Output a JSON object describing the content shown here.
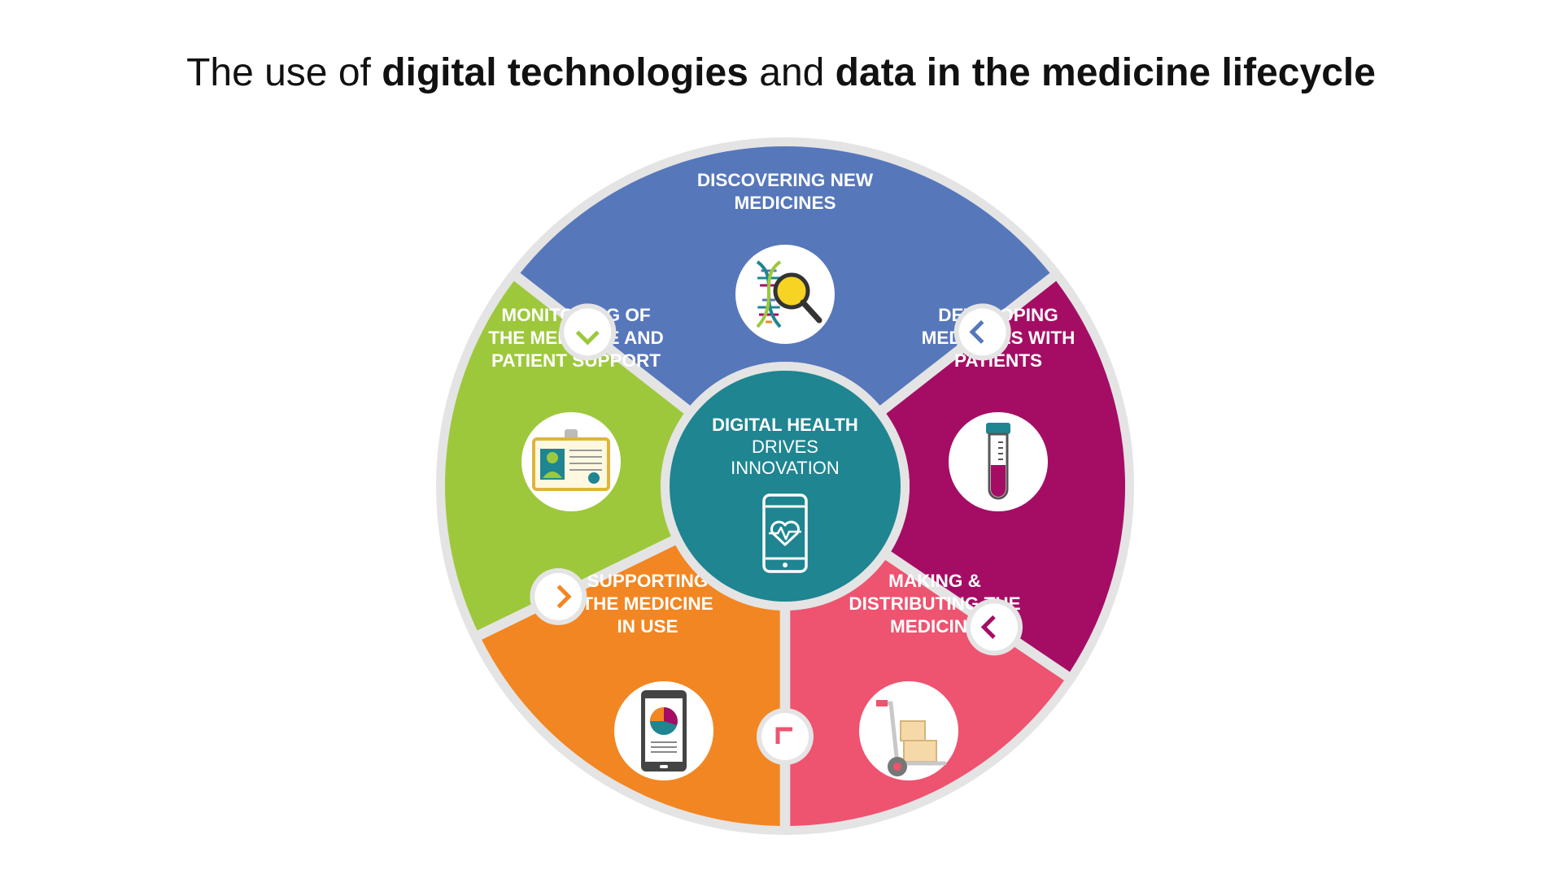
{
  "title": {
    "part1": "The use of ",
    "bold1": "digital technologies",
    "part2": " and ",
    "bold2": "data in the medicine lifecycle"
  },
  "center": {
    "lines": [
      "DIGITAL HEALTH",
      "DRIVES",
      "INNOVATION"
    ],
    "icon": "smartphone-heartbeat-icon",
    "color": "#1e8591"
  },
  "segments": [
    {
      "id": "discovering",
      "lines": [
        "DISCOVERING NEW",
        "MEDICINES"
      ],
      "color": "#5777bb",
      "icon": "dna-magnifier-icon"
    },
    {
      "id": "developing",
      "lines": [
        "DEVELOPING",
        "MEDICINES WITH",
        "PATIENTS"
      ],
      "color": "#a50d65",
      "icon": "test-tube-icon"
    },
    {
      "id": "making",
      "lines": [
        "MAKING &",
        "DISTRIBUTING THE",
        "MEDICINE"
      ],
      "color": "#ee5370",
      "icon": "hand-truck-boxes-icon"
    },
    {
      "id": "supporting",
      "lines": [
        "SUPPORTING",
        "THE MEDICINE",
        "IN USE"
      ],
      "color": "#f28622",
      "icon": "tablet-pie-chart-icon"
    },
    {
      "id": "monitoring",
      "lines": [
        "MONITORING OF",
        "THE MEDICINE AND",
        "PATIENT SUPPORT"
      ],
      "color": "#9dc83c",
      "icon": "id-badge-icon"
    }
  ],
  "connectors": [
    {
      "between": [
        "monitoring",
        "discovering"
      ],
      "icon": "chevron-arrow-icon",
      "color": "#9dc83c"
    },
    {
      "between": [
        "discovering",
        "developing"
      ],
      "icon": "chevron-arrow-icon",
      "color": "#5777bb"
    },
    {
      "between": [
        "developing",
        "making"
      ],
      "icon": "chevron-arrow-icon",
      "color": "#a50d65"
    },
    {
      "between": [
        "making",
        "supporting"
      ],
      "icon": "chevron-arrow-icon",
      "color": "#ee5370"
    },
    {
      "between": [
        "supporting",
        "monitoring"
      ],
      "icon": "chevron-arrow-icon",
      "color": "#f28622"
    }
  ]
}
